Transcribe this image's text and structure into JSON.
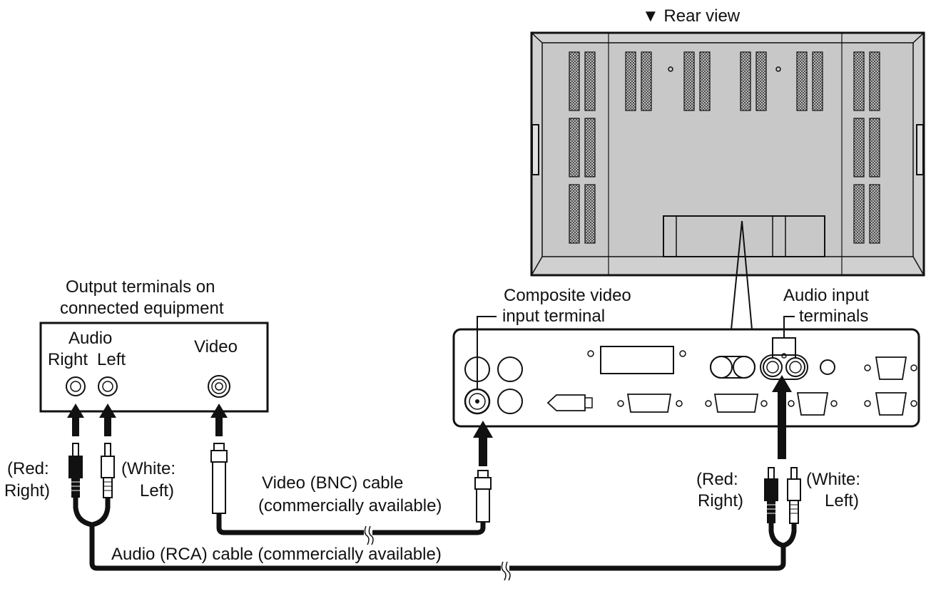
{
  "rear_view": {
    "label": "▼ Rear view"
  },
  "equipment": {
    "title_line1": "Output terminals on",
    "title_line2": "connected equipment",
    "audio_label": "Audio",
    "right_label": "Right",
    "left_label": "Left",
    "video_label": "Video"
  },
  "panel": {
    "composite_line1": "Composite video",
    "composite_line2": "input terminal",
    "audio_in_line1": "Audio input",
    "audio_in_line2": "terminals"
  },
  "plugs_left": {
    "red_line1": "(Red:",
    "red_line2": "Right)",
    "white_line1": "(White:",
    "white_line2": "Left)"
  },
  "plugs_right": {
    "red_line1": "(Red:",
    "red_line2": "Right)",
    "white_line1": "(White:",
    "white_line2": "Left)"
  },
  "video_cable": {
    "line1": "Video (BNC) cable",
    "line2": "(commercially available)"
  },
  "audio_cable": {
    "label": "Audio (RCA) cable (commercially available)"
  }
}
